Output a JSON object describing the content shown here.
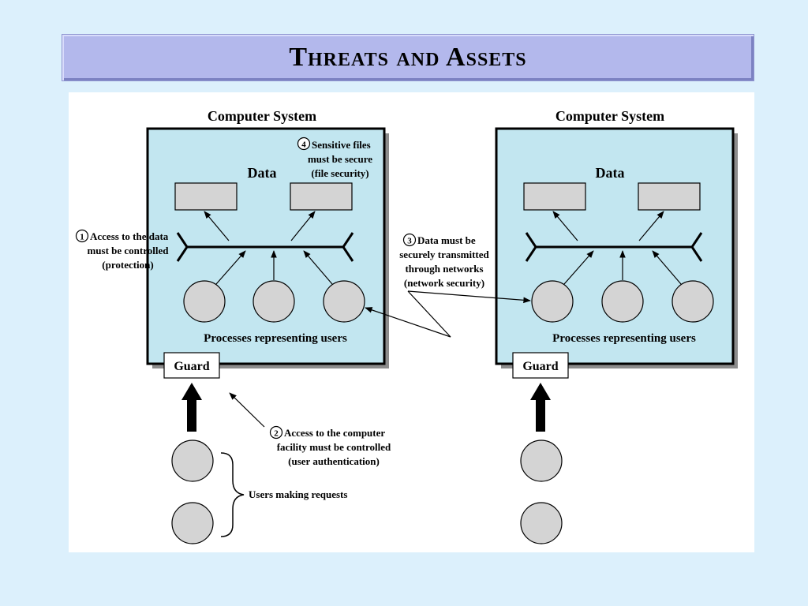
{
  "slide": {
    "title": "Threats and Assets"
  },
  "diagram": {
    "left_system": {
      "title": "Computer System",
      "data_label": "Data",
      "processes_label": "Processes representing users",
      "guard_label": "Guard"
    },
    "right_system": {
      "title": "Computer System",
      "data_label": "Data",
      "processes_label": "Processes representing users",
      "guard_label": "Guard"
    },
    "annotations": {
      "a1": {
        "num": "1",
        "lines": [
          "Access to the data",
          "must be controlled",
          "(protection)"
        ]
      },
      "a2": {
        "num": "2",
        "lines": [
          "Access to the computer",
          "facility must be controlled",
          "(user authentication)"
        ]
      },
      "a3": {
        "num": "3",
        "lines": [
          "Data must be",
          "securely transmitted",
          "through networks",
          "(network security)"
        ]
      },
      "a4": {
        "num": "4",
        "lines": [
          "Sensitive files",
          "must be secure",
          "(file security)"
        ]
      }
    },
    "users_label": "Users making requests"
  }
}
